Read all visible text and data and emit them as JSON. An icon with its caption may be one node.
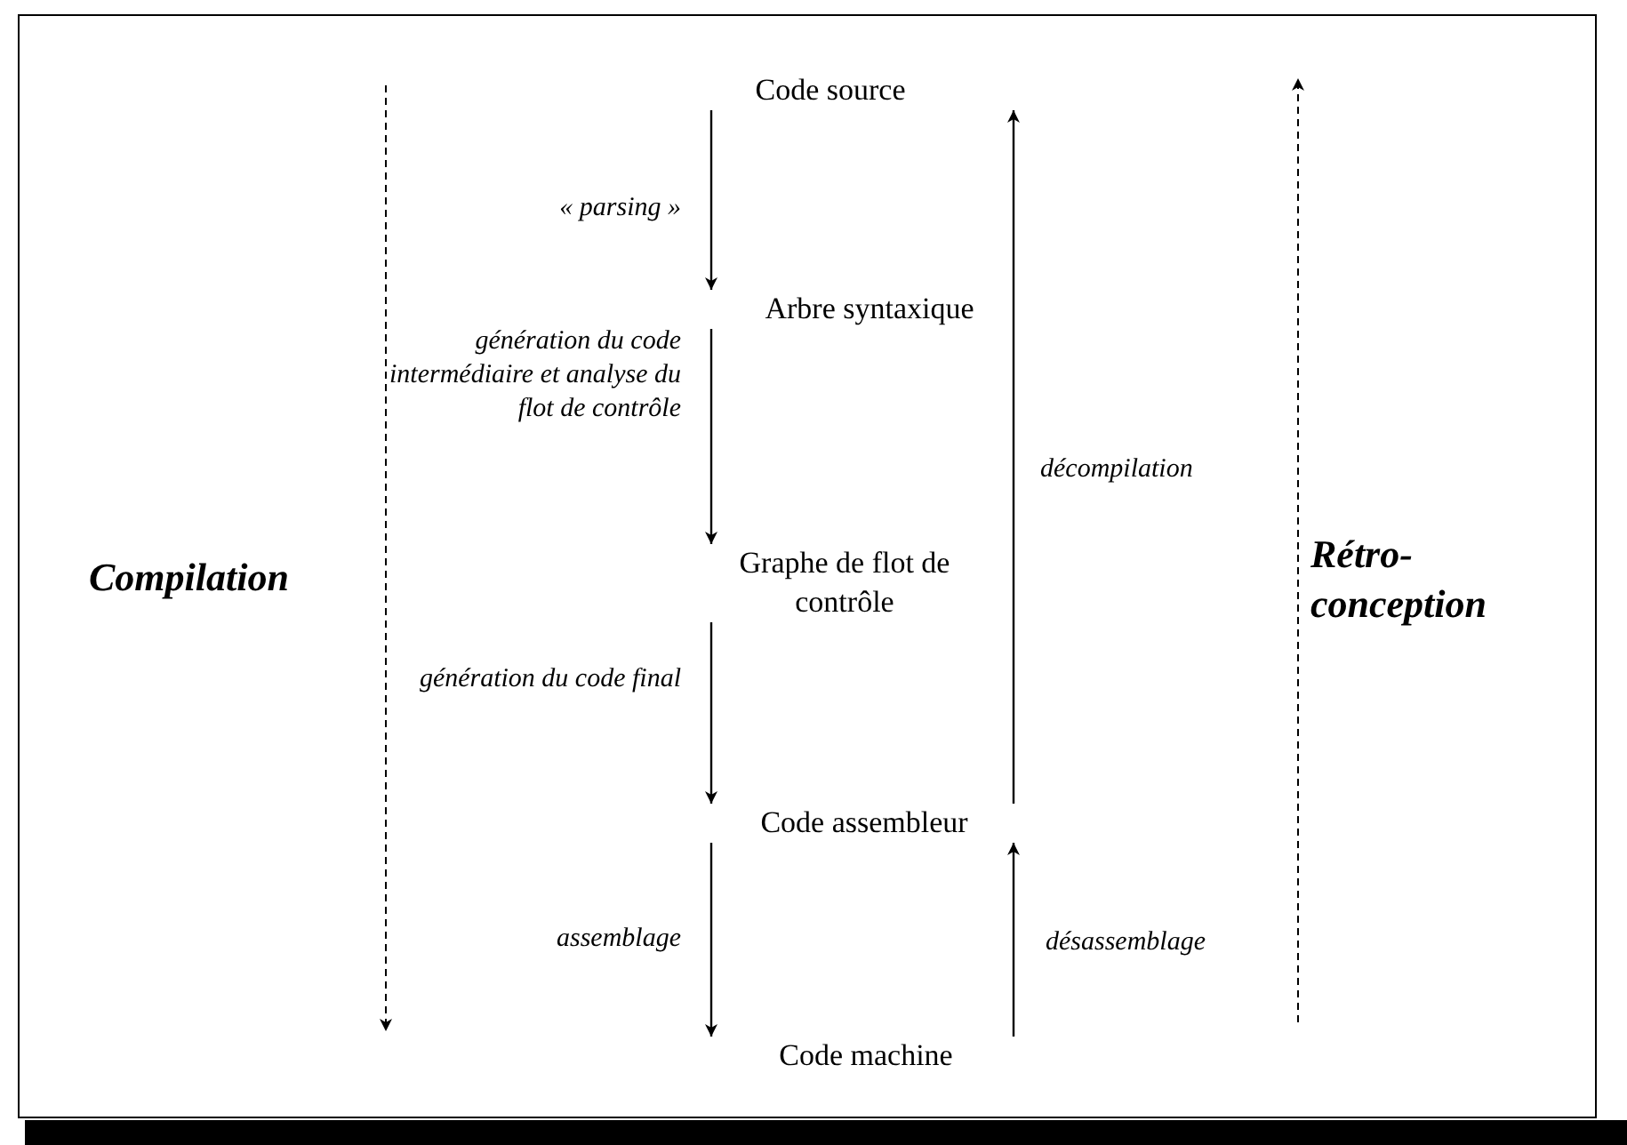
{
  "diagram": {
    "nodes": [
      {
        "text": [
          "Code source"
        ]
      },
      {
        "text": [
          "Arbre syntaxique"
        ]
      },
      {
        "text": [
          "Graphe de flot de contrôle"
        ]
      },
      {
        "text": [
          "Code assembleur"
        ]
      },
      {
        "text": [
          "Code machine"
        ]
      }
    ],
    "edges": [
      {
        "from": 0,
        "to": 1,
        "arrow": "to",
        "label": "« parsing »"
      },
      {
        "from": 1,
        "to": 2,
        "arrow": "to",
        "label": "génération du code intermédiaire et analyse du flot de contrôle"
      },
      {
        "from": 2,
        "to": 3,
        "arrow": "to",
        "label": "génération du code final"
      },
      {
        "from": 3,
        "to": 4,
        "arrow": "to",
        "label": "assemblage"
      },
      {
        "from": 4,
        "to": 3,
        "arrow": "to",
        "label": "désassemblage"
      },
      {
        "from": 3,
        "to": 0,
        "arrow": "to",
        "label": "décompilation"
      }
    ],
    "labels": [
      "Compilation",
      "Rétro-conception"
    ]
  }
}
